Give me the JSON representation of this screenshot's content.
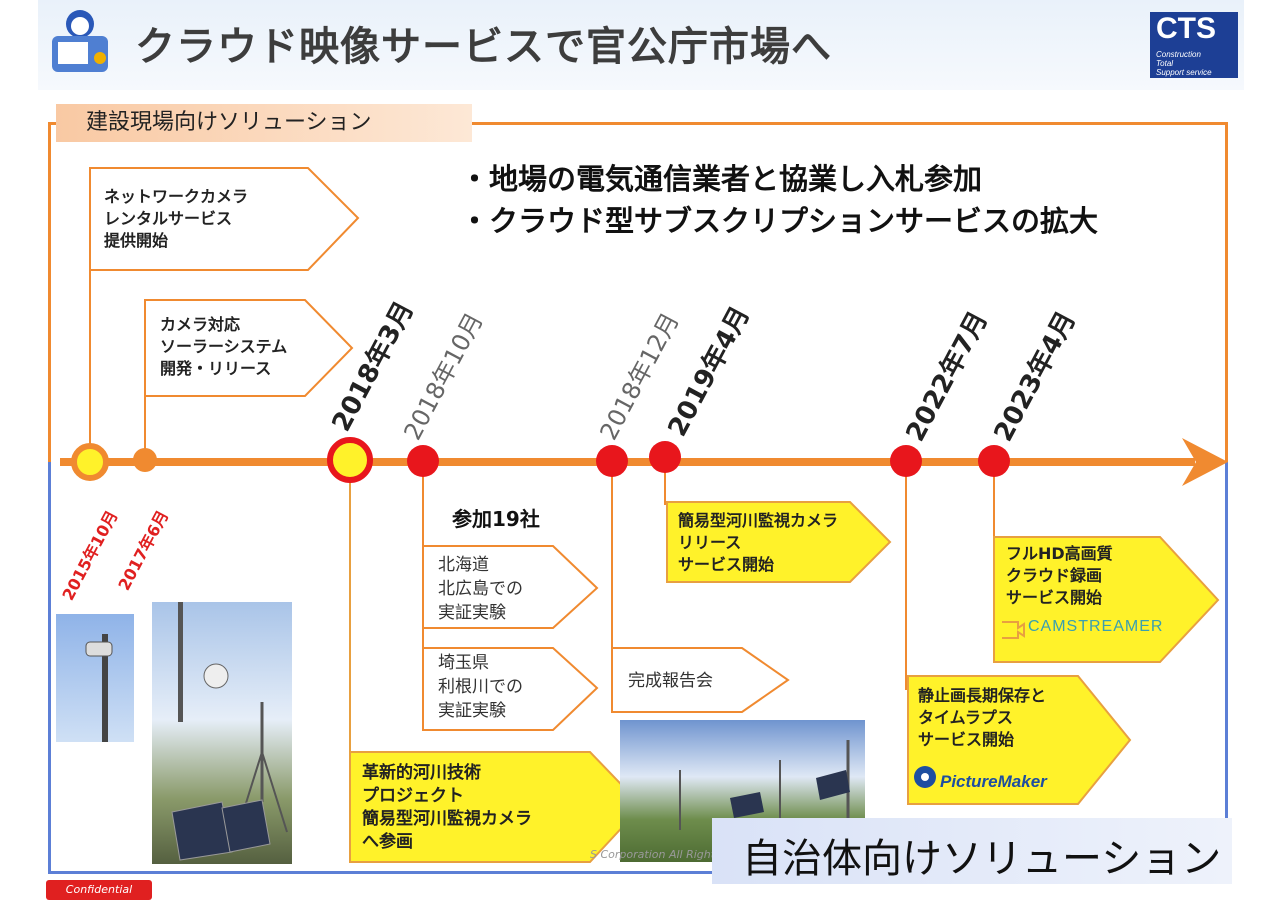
{
  "header": {
    "title": "クラウド映像サービスで官公庁市場へ",
    "logo_text": "CTS",
    "logo_subtitle": [
      "Construction",
      "Total",
      "Support service"
    ]
  },
  "construction": {
    "tab_label": "建設現場向けソリューション",
    "bullets": [
      "・地場の電気通信業者と協業し入札参加",
      "・クラウド型サブスクリプションサービスの拡大"
    ],
    "box1": [
      "ネットワークカメラ",
      "レンタルサービス",
      "提供開始"
    ],
    "box2": [
      "カメラ対応",
      "ソーラーシステム",
      "開発・リリース"
    ]
  },
  "timeline": {
    "dates": {
      "d2015_10": "2015年10月",
      "d2017_6": "2017年6月",
      "d2018_3": "2018年3月",
      "d2018_10": "2018年10月",
      "d2018_12": "2018年12月",
      "d2019_4": "2019年4月",
      "d2022_7": "2022年7月",
      "d2023_4": "2023年4月"
    }
  },
  "municipal": {
    "title": "自治体向けソリューション",
    "participants": "参加19社",
    "hokkaido": [
      "北海道",
      "北広島での",
      "実証実験"
    ],
    "saitama": [
      "埼玉県",
      "利根川での",
      "実証実験"
    ],
    "report": "完成報告会",
    "project": [
      "革新的河川技術",
      "プロジェクト",
      "簡易型河川監視カメラ",
      "へ参画"
    ],
    "river_camera": [
      "簡易型河川監視カメラ",
      "リリース",
      "サービス開始"
    ],
    "fullhd": [
      "フルHD高画質",
      "クラウド録画",
      "サービス開始"
    ],
    "timelapse": [
      "静止画長期保存と",
      "タイムラプス",
      "サービス開始"
    ],
    "camstreamer": "CAMSTREAMER",
    "picturemaker": "PictureMaker",
    "copyright": "S Corporation All Rights R"
  },
  "footer": {
    "confidential": "Confidential"
  },
  "colors": {
    "orange": "#f08a30",
    "blue": "#5c7fd6",
    "red": "#e8161c",
    "yellow": "#fff22a"
  }
}
